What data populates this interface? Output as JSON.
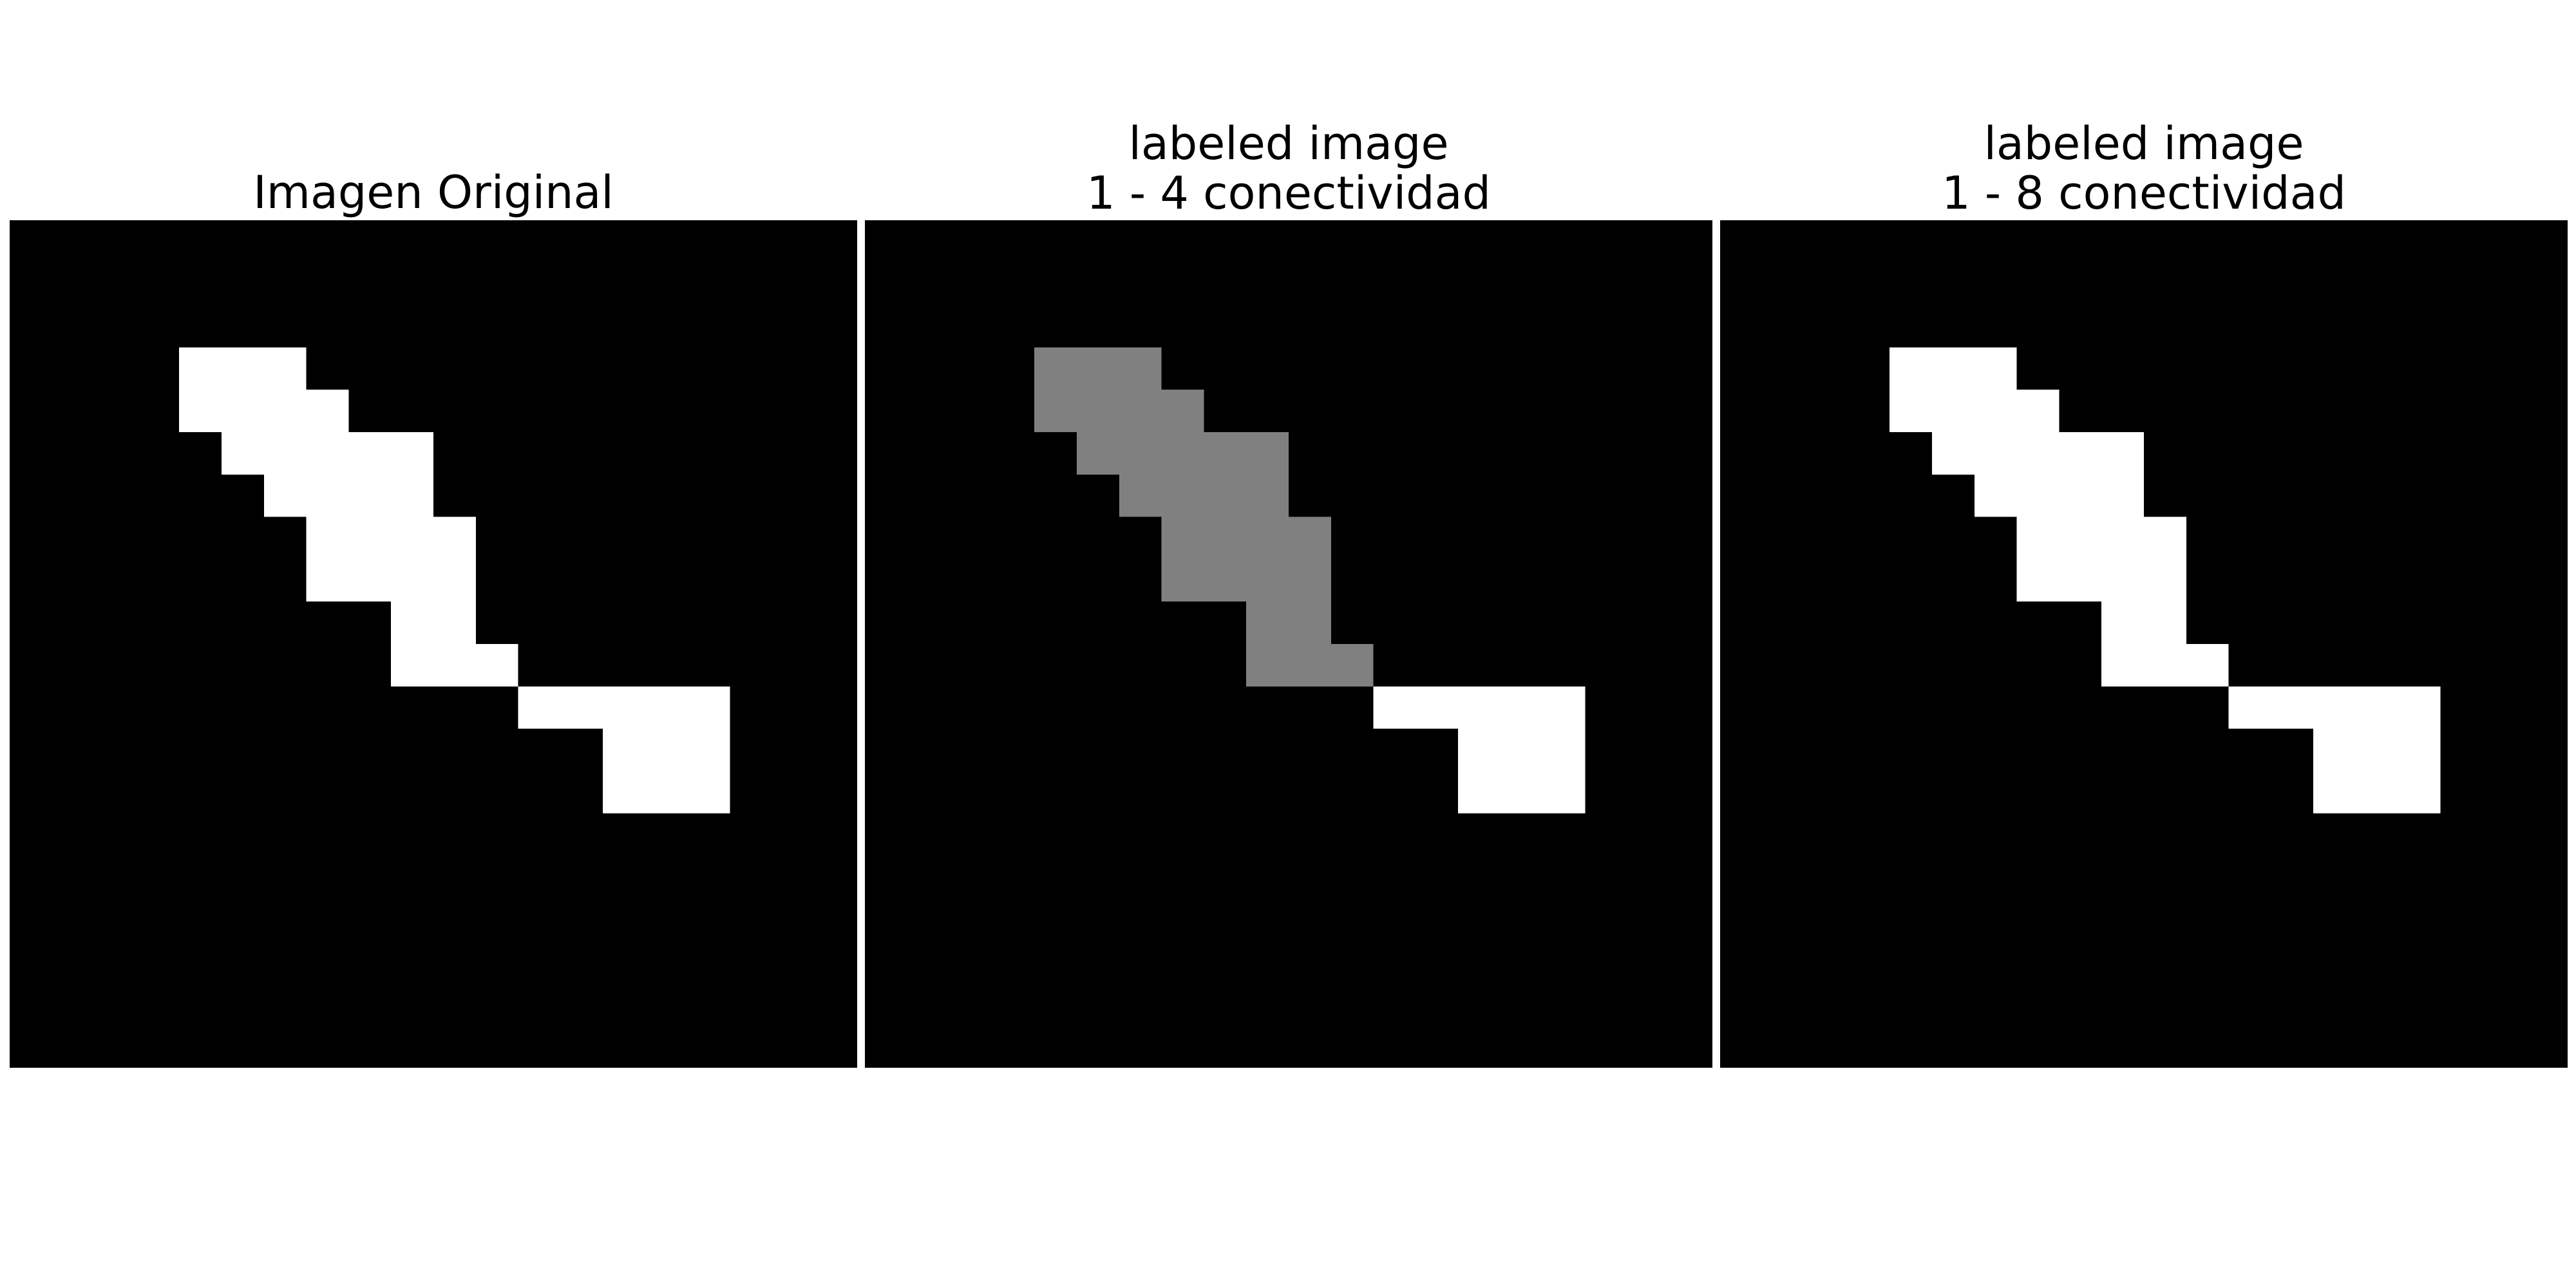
{
  "panels": [
    {
      "title_lines": [
        "Imagen Original"
      ],
      "colors": {
        "background": "#000000",
        "region": "#ffffff"
      }
    },
    {
      "title_lines": [
        "labeled image",
        "1 - 4 conectividad"
      ],
      "colors": {
        "background": "#000000",
        "region_a": "#808080",
        "region_b": "#ffffff"
      }
    },
    {
      "title_lines": [
        "labeled image",
        "1 - 8 conectividad"
      ],
      "colors": {
        "background": "#000000",
        "region": "#ffffff"
      }
    }
  ]
}
